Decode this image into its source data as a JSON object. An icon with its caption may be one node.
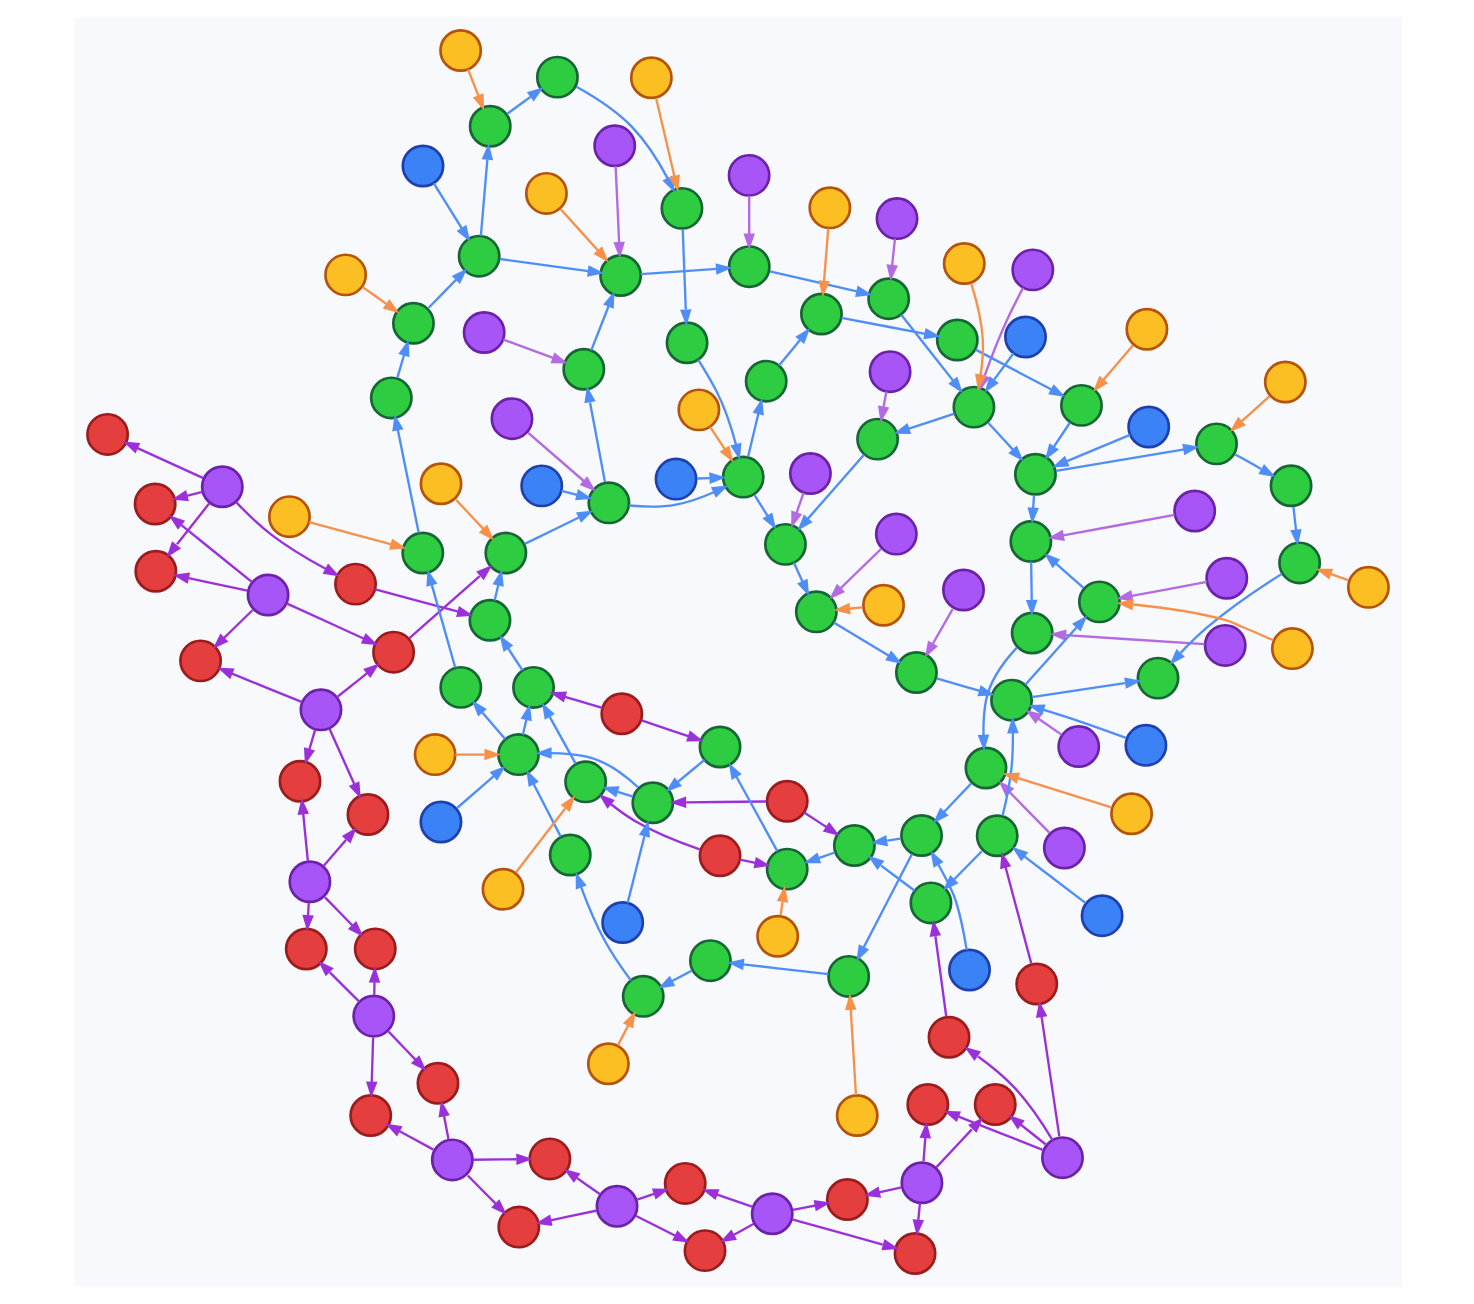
{
  "diagram": {
    "nodes": [
      {
        "text": [],
        "shape": "circle"
      },
      {
        "text": [],
        "shape": "circle"
      },
      {
        "text": [],
        "shape": "circle"
      },
      {
        "text": [],
        "shape": "circle"
      },
      {
        "text": [],
        "shape": "circle"
      },
      {
        "text": [],
        "shape": "circle"
      },
      {
        "text": [],
        "shape": "circle"
      },
      {
        "text": [],
        "shape": "circle"
      },
      {
        "text": [],
        "shape": "circle"
      },
      {
        "text": [],
        "shape": "circle"
      },
      {
        "text": [],
        "shape": "circle"
      },
      {
        "text": [],
        "shape": "circle"
      },
      {
        "text": [],
        "shape": "circle"
      },
      {
        "text": [],
        "shape": "circle"
      },
      {
        "text": [],
        "shape": "circle"
      },
      {
        "text": [],
        "shape": "circle"
      },
      {
        "text": [],
        "shape": "circle"
      },
      {
        "text": [],
        "shape": "circle"
      },
      {
        "text": [],
        "shape": "circle"
      },
      {
        "text": [],
        "shape": "circle"
      },
      {
        "text": [],
        "shape": "circle"
      },
      {
        "text": [],
        "shape": "circle"
      },
      {
        "text": [],
        "shape": "circle"
      },
      {
        "text": [],
        "shape": "circle"
      },
      {
        "text": [],
        "shape": "circle"
      },
      {
        "text": [],
        "shape": "circle"
      },
      {
        "text": [],
        "shape": "circle"
      },
      {
        "text": [],
        "shape": "circle"
      },
      {
        "text": [],
        "shape": "circle"
      },
      {
        "text": [],
        "shape": "circle"
      },
      {
        "text": [],
        "shape": "circle"
      },
      {
        "text": [],
        "shape": "circle"
      },
      {
        "text": [],
        "shape": "circle"
      },
      {
        "text": [],
        "shape": "circle"
      },
      {
        "text": [],
        "shape": "circle"
      },
      {
        "text": [],
        "shape": "circle"
      },
      {
        "text": [],
        "shape": "circle"
      },
      {
        "text": [],
        "shape": "circle"
      },
      {
        "text": [],
        "shape": "circle"
      },
      {
        "text": [],
        "shape": "circle"
      },
      {
        "text": [],
        "shape": "circle"
      },
      {
        "text": [],
        "shape": "circle"
      },
      {
        "text": [],
        "shape": "circle"
      },
      {
        "text": [],
        "shape": "circle"
      },
      {
        "text": [],
        "shape": "circle"
      },
      {
        "text": [],
        "shape": "circle"
      },
      {
        "text": [],
        "shape": "circle"
      },
      {
        "text": [],
        "shape": "circle"
      },
      {
        "text": [],
        "shape": "circle"
      },
      {
        "text": [],
        "shape": "circle"
      },
      {
        "text": [],
        "shape": "circle"
      },
      {
        "text": [],
        "shape": "circle"
      },
      {
        "text": [],
        "shape": "circle"
      },
      {
        "text": [],
        "shape": "circle"
      },
      {
        "text": [],
        "shape": "circle"
      },
      {
        "text": [],
        "shape": "circle"
      },
      {
        "text": [],
        "shape": "circle"
      },
      {
        "text": [],
        "shape": "circle"
      },
      {
        "text": [],
        "shape": "circle"
      },
      {
        "text": [],
        "shape": "circle"
      },
      {
        "text": [],
        "shape": "circle"
      },
      {
        "text": [],
        "shape": "circle"
      },
      {
        "text": [],
        "shape": "circle"
      },
      {
        "text": [],
        "shape": "circle"
      },
      {
        "text": [],
        "shape": "circle"
      },
      {
        "text": [],
        "shape": "circle"
      },
      {
        "text": [],
        "shape": "circle"
      },
      {
        "text": [],
        "shape": "circle"
      },
      {
        "text": [],
        "shape": "circle"
      },
      {
        "text": [],
        "shape": "circle"
      },
      {
        "text": [],
        "shape": "circle"
      },
      {
        "text": [],
        "shape": "circle"
      },
      {
        "text": [],
        "shape": "circle"
      },
      {
        "text": [],
        "shape": "circle"
      },
      {
        "text": [],
        "shape": "circle"
      },
      {
        "text": [],
        "shape": "circle"
      },
      {
        "text": [],
        "shape": "circle"
      },
      {
        "text": [],
        "shape": "circle"
      },
      {
        "text": [],
        "shape": "circle"
      },
      {
        "text": [],
        "shape": "circle"
      },
      {
        "text": [],
        "shape": "circle"
      },
      {
        "text": [],
        "shape": "circle"
      },
      {
        "text": [],
        "shape": "circle"
      },
      {
        "text": [],
        "shape": "circle"
      },
      {
        "text": [],
        "shape": "circle"
      },
      {
        "text": [],
        "shape": "circle"
      },
      {
        "text": [],
        "shape": "circle"
      },
      {
        "text": [],
        "shape": "circle"
      },
      {
        "text": [],
        "shape": "circle"
      },
      {
        "text": [],
        "shape": "circle"
      },
      {
        "text": [],
        "shape": "circle"
      },
      {
        "text": [],
        "shape": "circle"
      },
      {
        "text": [],
        "shape": "circle"
      },
      {
        "text": [],
        "shape": "circle"
      },
      {
        "text": [],
        "shape": "circle"
      },
      {
        "text": [],
        "shape": "circle"
      },
      {
        "text": [],
        "shape": "circle"
      },
      {
        "text": [],
        "shape": "circle"
      },
      {
        "text": [],
        "shape": "circle"
      },
      {
        "text": [],
        "shape": "circle"
      },
      {
        "text": [],
        "shape": "circle"
      },
      {
        "text": [],
        "shape": "circle"
      },
      {
        "text": [],
        "shape": "circle"
      },
      {
        "text": [],
        "shape": "circle"
      },
      {
        "text": [],
        "shape": "circle"
      },
      {
        "text": [],
        "shape": "circle"
      },
      {
        "text": [],
        "shape": "circle"
      },
      {
        "text": [],
        "shape": "circle"
      },
      {
        "text": [],
        "shape": "circle"
      },
      {
        "text": [],
        "shape": "circle"
      },
      {
        "text": [],
        "shape": "circle"
      },
      {
        "text": [],
        "shape": "circle"
      },
      {
        "text": [],
        "shape": "circle"
      },
      {
        "text": [],
        "shape": "circle"
      },
      {
        "text": [],
        "shape": "circle"
      },
      {
        "text": [],
        "shape": "circle"
      },
      {
        "text": [],
        "shape": "circle"
      },
      {
        "text": [],
        "shape": "circle"
      },
      {
        "text": [],
        "shape": "circle"
      },
      {
        "text": [],
        "shape": "circle"
      },
      {
        "text": [],
        "shape": "circle"
      },
      {
        "text": [],
        "shape": "circle"
      },
      {
        "text": [],
        "shape": "circle"
      },
      {
        "text": [],
        "shape": "circle"
      },
      {
        "text": [],
        "shape": "circle"
      },
      {
        "text": [],
        "shape": "circle"
      },
      {
        "text": [],
        "shape": "circle"
      },
      {
        "text": [],
        "shape": "circle"
      },
      {
        "text": [],
        "shape": "circle"
      },
      {
        "text": [],
        "shape": "circle"
      }
    ],
    "edges": [
      {
        "from": 25,
        "to": 0,
        "arrow": "to",
        "color": "#9b30d9"
      },
      {
        "from": 25,
        "to": 1,
        "arrow": "to",
        "color": "#9b30d9"
      },
      {
        "from": 25,
        "to": 2,
        "arrow": "to",
        "color": "#9b30d9"
      },
      {
        "from": 25,
        "to": 3,
        "arrow": "to",
        "color": "#9b30d9"
      },
      {
        "from": 26,
        "to": 2,
        "arrow": "to",
        "color": "#9b30d9"
      },
      {
        "from": 26,
        "to": 3,
        "arrow": "to",
        "color": "#9b30d9"
      },
      {
        "from": 26,
        "to": 4,
        "arrow": "to",
        "color": "#9b30d9"
      },
      {
        "from": 26,
        "to": 5,
        "arrow": "to",
        "color": "#9b30d9"
      },
      {
        "from": 27,
        "to": 4,
        "arrow": "to",
        "color": "#9b30d9"
      },
      {
        "from": 27,
        "to": 5,
        "arrow": "to",
        "color": "#9b30d9"
      },
      {
        "from": 27,
        "to": 6,
        "arrow": "to",
        "color": "#9b30d9"
      },
      {
        "from": 27,
        "to": 7,
        "arrow": "to",
        "color": "#9b30d9"
      },
      {
        "from": 28,
        "to": 6,
        "arrow": "to",
        "color": "#9b30d9"
      },
      {
        "from": 28,
        "to": 7,
        "arrow": "to",
        "color": "#9b30d9"
      },
      {
        "from": 28,
        "to": 8,
        "arrow": "to",
        "color": "#9b30d9"
      },
      {
        "from": 28,
        "to": 9,
        "arrow": "to",
        "color": "#9b30d9"
      },
      {
        "from": 29,
        "to": 8,
        "arrow": "to",
        "color": "#9b30d9"
      },
      {
        "from": 29,
        "to": 9,
        "arrow": "to",
        "color": "#9b30d9"
      },
      {
        "from": 29,
        "to": 10,
        "arrow": "to",
        "color": "#9b30d9"
      },
      {
        "from": 29,
        "to": 11,
        "arrow": "to",
        "color": "#9b30d9"
      },
      {
        "from": 30,
        "to": 10,
        "arrow": "to",
        "color": "#9b30d9"
      },
      {
        "from": 30,
        "to": 11,
        "arrow": "to",
        "color": "#9b30d9"
      },
      {
        "from": 30,
        "to": 12,
        "arrow": "to",
        "color": "#9b30d9"
      },
      {
        "from": 30,
        "to": 13,
        "arrow": "to",
        "color": "#9b30d9"
      },
      {
        "from": 31,
        "to": 12,
        "arrow": "to",
        "color": "#9b30d9"
      },
      {
        "from": 31,
        "to": 13,
        "arrow": "to",
        "color": "#9b30d9"
      },
      {
        "from": 31,
        "to": 14,
        "arrow": "to",
        "color": "#9b30d9"
      },
      {
        "from": 31,
        "to": 15,
        "arrow": "to",
        "color": "#9b30d9"
      },
      {
        "from": 32,
        "to": 14,
        "arrow": "to",
        "color": "#9b30d9"
      },
      {
        "from": 32,
        "to": 15,
        "arrow": "to",
        "color": "#9b30d9"
      },
      {
        "from": 32,
        "to": 16,
        "arrow": "to",
        "color": "#9b30d9"
      },
      {
        "from": 32,
        "to": 17,
        "arrow": "to",
        "color": "#9b30d9"
      },
      {
        "from": 33,
        "to": 16,
        "arrow": "to",
        "color": "#9b30d9"
      },
      {
        "from": 33,
        "to": 17,
        "arrow": "to",
        "color": "#9b30d9"
      },
      {
        "from": 33,
        "to": 18,
        "arrow": "to",
        "color": "#9b30d9"
      },
      {
        "from": 33,
        "to": 19,
        "arrow": "to",
        "color": "#9b30d9"
      },
      {
        "from": 34,
        "to": 18,
        "arrow": "to",
        "color": "#9b30d9"
      },
      {
        "from": 34,
        "to": 19,
        "arrow": "to",
        "color": "#9b30d9"
      },
      {
        "from": 34,
        "to": 20,
        "arrow": "to",
        "color": "#9b30d9"
      },
      {
        "from": 34,
        "to": 21,
        "arrow": "to",
        "color": "#9b30d9"
      },
      {
        "from": 20,
        "to": 50,
        "arrow": "to",
        "color": "#9b30d9"
      },
      {
        "from": 21,
        "to": 51,
        "arrow": "to",
        "color": "#9b30d9"
      },
      {
        "from": 22,
        "to": 52,
        "arrow": "to",
        "color": "#9b30d9"
      },
      {
        "from": 23,
        "to": 53,
        "arrow": "to",
        "color": "#9b30d9"
      },
      {
        "from": 24,
        "to": 54,
        "arrow": "to",
        "color": "#9b30d9"
      },
      {
        "from": 22,
        "to": 55,
        "arrow": "to",
        "color": "#9b30d9"
      },
      {
        "from": 23,
        "to": 56,
        "arrow": "to",
        "color": "#9b30d9"
      },
      {
        "from": 24,
        "to": 57,
        "arrow": "to",
        "color": "#9b30d9"
      },
      {
        "from": 0,
        "to": 58,
        "arrow": "to",
        "color": "#9b30d9"
      },
      {
        "from": 5,
        "to": 59,
        "arrow": "to",
        "color": "#9b30d9"
      },
      {
        "from": 35,
        "to": 60,
        "arrow": "to",
        "color": "#b36ae2"
      },
      {
        "from": 36,
        "to": 61,
        "arrow": "to",
        "color": "#b36ae2"
      },
      {
        "from": 37,
        "to": 62,
        "arrow": "to",
        "color": "#b36ae2"
      },
      {
        "from": 38,
        "to": 63,
        "arrow": "to",
        "color": "#b36ae2"
      },
      {
        "from": 39,
        "to": 64,
        "arrow": "to",
        "color": "#b36ae2"
      },
      {
        "from": 40,
        "to": 65,
        "arrow": "to",
        "color": "#b36ae2"
      },
      {
        "from": 41,
        "to": 66,
        "arrow": "to",
        "color": "#b36ae2"
      },
      {
        "from": 42,
        "to": 67,
        "arrow": "to",
        "color": "#b36ae2"
      },
      {
        "from": 43,
        "to": 68,
        "arrow": "to",
        "color": "#b36ae2"
      },
      {
        "from": 44,
        "to": 69,
        "arrow": "to",
        "color": "#b36ae2"
      },
      {
        "from": 45,
        "to": 70,
        "arrow": "to",
        "color": "#b36ae2"
      },
      {
        "from": 46,
        "to": 71,
        "arrow": "to",
        "color": "#b36ae2"
      },
      {
        "from": 47,
        "to": 72,
        "arrow": "to",
        "color": "#b36ae2"
      },
      {
        "from": 48,
        "to": 73,
        "arrow": "to",
        "color": "#b36ae2"
      },
      {
        "from": 49,
        "to": 74,
        "arrow": "to",
        "color": "#b36ae2"
      },
      {
        "from": 50,
        "to": 51,
        "arrow": "to"
      },
      {
        "from": 51,
        "to": 52,
        "arrow": "to"
      },
      {
        "from": 52,
        "to": 53,
        "arrow": "to"
      },
      {
        "from": 53,
        "to": 54,
        "arrow": "to"
      },
      {
        "from": 54,
        "to": 55,
        "arrow": "to"
      },
      {
        "from": 55,
        "to": 56,
        "arrow": "to"
      },
      {
        "from": 56,
        "to": 57,
        "arrow": "to"
      },
      {
        "from": 57,
        "to": 58,
        "arrow": "to"
      },
      {
        "from": 58,
        "to": 59,
        "arrow": "to"
      },
      {
        "from": 59,
        "to": 60,
        "arrow": "to"
      },
      {
        "from": 60,
        "to": 61,
        "arrow": "to"
      },
      {
        "from": 61,
        "to": 62,
        "arrow": "to"
      },
      {
        "from": 62,
        "to": 63,
        "arrow": "to"
      },
      {
        "from": 63,
        "to": 64,
        "arrow": "to"
      },
      {
        "from": 64,
        "to": 65,
        "arrow": "to"
      },
      {
        "from": 65,
        "to": 66,
        "arrow": "to"
      },
      {
        "from": 66,
        "to": 67,
        "arrow": "to"
      },
      {
        "from": 67,
        "to": 68,
        "arrow": "to"
      },
      {
        "from": 68,
        "to": 69,
        "arrow": "to"
      },
      {
        "from": 69,
        "to": 70,
        "arrow": "to"
      },
      {
        "from": 70,
        "to": 71,
        "arrow": "to"
      },
      {
        "from": 71,
        "to": 72,
        "arrow": "to"
      },
      {
        "from": 72,
        "to": 73,
        "arrow": "to"
      },
      {
        "from": 73,
        "to": 74,
        "arrow": "to"
      },
      {
        "from": 74,
        "to": 75,
        "arrow": "to"
      },
      {
        "from": 75,
        "to": 76,
        "arrow": "to"
      },
      {
        "from": 76,
        "to": 77,
        "arrow": "to"
      },
      {
        "from": 77,
        "to": 78,
        "arrow": "to"
      },
      {
        "from": 78,
        "to": 79,
        "arrow": "to"
      },
      {
        "from": 79,
        "to": 80,
        "arrow": "to"
      },
      {
        "from": 80,
        "to": 81,
        "arrow": "to"
      },
      {
        "from": 81,
        "to": 82,
        "arrow": "to"
      },
      {
        "from": 82,
        "to": 83,
        "arrow": "to"
      },
      {
        "from": 83,
        "to": 84,
        "arrow": "to"
      },
      {
        "from": 84,
        "to": 85,
        "arrow": "to"
      },
      {
        "from": 85,
        "to": 86,
        "arrow": "to"
      },
      {
        "from": 86,
        "to": 87,
        "arrow": "to"
      },
      {
        "from": 87,
        "to": 88,
        "arrow": "to"
      },
      {
        "from": 88,
        "to": 89,
        "arrow": "to"
      },
      {
        "from": 89,
        "to": 90,
        "arrow": "to"
      },
      {
        "from": 90,
        "to": 91,
        "arrow": "to"
      },
      {
        "from": 91,
        "to": 92,
        "arrow": "to"
      },
      {
        "from": 92,
        "to": 93,
        "arrow": "to"
      },
      {
        "from": 93,
        "to": 94,
        "arrow": "to"
      },
      {
        "from": 94,
        "to": 95,
        "arrow": "to"
      },
      {
        "from": 95,
        "to": 96,
        "arrow": "to"
      },
      {
        "from": 96,
        "to": 97,
        "arrow": "to"
      },
      {
        "from": 97,
        "to": 98,
        "arrow": "to"
      },
      {
        "from": 98,
        "to": 99,
        "arrow": "to"
      },
      {
        "from": 50,
        "to": 70,
        "arrow": "to"
      },
      {
        "from": 55,
        "to": 80,
        "arrow": "to"
      },
      {
        "from": 60,
        "to": 90,
        "arrow": "to"
      },
      {
        "from": 65,
        "to": 95,
        "arrow": "to"
      },
      {
        "from": 70,
        "to": 99,
        "arrow": "to"
      },
      {
        "from": 75,
        "to": 52,
        "arrow": "to"
      },
      {
        "from": 80,
        "to": 57,
        "arrow": "to"
      },
      {
        "from": 85,
        "to": 62,
        "arrow": "to"
      },
      {
        "from": 90,
        "to": 67,
        "arrow": "to"
      },
      {
        "from": 95,
        "to": 72,
        "arrow": "to"
      },
      {
        "from": 100,
        "to": 76,
        "arrow": "to",
        "color": "#f7914a"
      },
      {
        "from": 101,
        "to": 78,
        "arrow": "to",
        "color": "#f7914a"
      },
      {
        "from": 102,
        "to": 80,
        "arrow": "to",
        "color": "#f7914a"
      },
      {
        "from": 103,
        "to": 82,
        "arrow": "to",
        "color": "#f7914a"
      },
      {
        "from": 104,
        "to": 84,
        "arrow": "to",
        "color": "#f7914a"
      },
      {
        "from": 105,
        "to": 86,
        "arrow": "to",
        "color": "#f7914a"
      },
      {
        "from": 106,
        "to": 88,
        "arrow": "to",
        "color": "#f7914a"
      },
      {
        "from": 107,
        "to": 90,
        "arrow": "to",
        "color": "#f7914a"
      },
      {
        "from": 108,
        "to": 92,
        "arrow": "to",
        "color": "#f7914a"
      },
      {
        "from": 109,
        "to": 94,
        "arrow": "to",
        "color": "#f7914a"
      },
      {
        "from": 110,
        "to": 96,
        "arrow": "to",
        "color": "#f7914a"
      },
      {
        "from": 111,
        "to": 98,
        "arrow": "to",
        "color": "#f7914a"
      },
      {
        "from": 112,
        "to": 53,
        "arrow": "to",
        "color": "#f7914a"
      },
      {
        "from": 113,
        "to": 56,
        "arrow": "to",
        "color": "#f7914a"
      },
      {
        "from": 114,
        "to": 59,
        "arrow": "to",
        "color": "#f7914a"
      },
      {
        "from": 115,
        "to": 62,
        "arrow": "to",
        "color": "#f7914a"
      },
      {
        "from": 116,
        "to": 65,
        "arrow": "to",
        "color": "#f7914a"
      },
      {
        "from": 117,
        "to": 68,
        "arrow": "to",
        "color": "#f7914a"
      },
      {
        "from": 118,
        "to": 71,
        "arrow": "to",
        "color": "#f7914a"
      },
      {
        "from": 119,
        "to": 74,
        "arrow": "to",
        "color": "#f7914a"
      },
      {
        "from": 120,
        "to": 50,
        "arrow": "to"
      },
      {
        "from": 121,
        "to": 55,
        "arrow": "to"
      },
      {
        "from": 122,
        "to": 60,
        "arrow": "to"
      },
      {
        "from": 123,
        "to": 65,
        "arrow": "to"
      },
      {
        "from": 124,
        "to": 70,
        "arrow": "to"
      },
      {
        "from": 125,
        "to": 75,
        "arrow": "to"
      },
      {
        "from": 126,
        "to": 80,
        "arrow": "to"
      },
      {
        "from": 127,
        "to": 85,
        "arrow": "to"
      },
      {
        "from": 128,
        "to": 90,
        "arrow": "to"
      },
      {
        "from": 129,
        "to": 95,
        "arrow": "to"
      }
    ]
  }
}
